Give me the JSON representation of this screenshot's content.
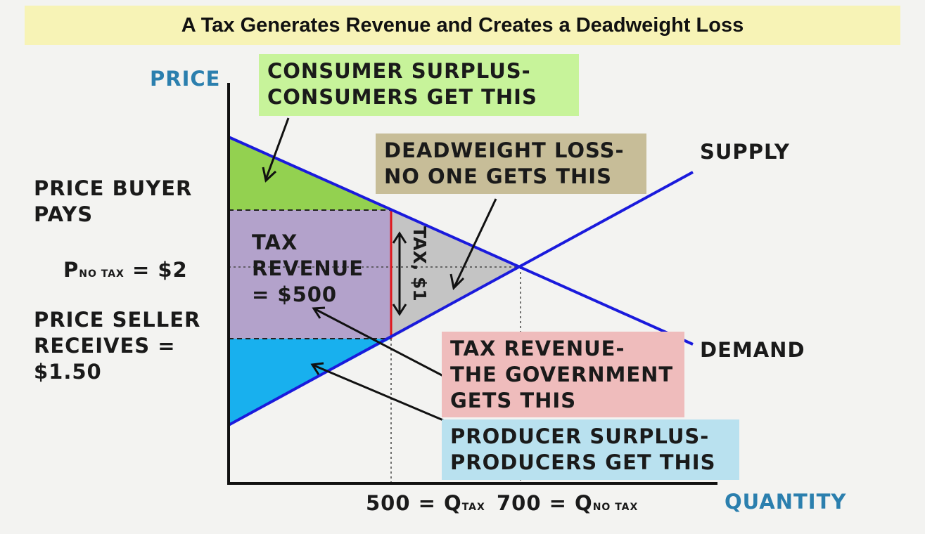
{
  "title": "A Tax Generates Revenue and Creates a Deadweight Loss",
  "axes": {
    "y_label": "PRICE",
    "x_label": "QUANTITY"
  },
  "curves": {
    "supply": "SUPPLY",
    "demand": "DEMAND"
  },
  "left_labels": {
    "buyer_line1": "PRICE BUYER",
    "buyer_line2": "PAYS",
    "p_no_tax_p": "P",
    "p_no_tax_sub": "NO TAX",
    "p_no_tax_value": "= $2",
    "seller_line1": "PRICE SELLER",
    "seller_line2": "RECEIVES =",
    "seller_line3": "$1.50"
  },
  "regions": {
    "tax_revenue_line1": "TAX",
    "tax_revenue_line2": "REVENUE",
    "tax_revenue_line3": "= $500",
    "tax_wedge": "TAX, $1"
  },
  "callouts": {
    "consumer_surplus": {
      "line1": "CONSUMER SURPLUS-",
      "line2": "CONSUMERS GET THIS"
    },
    "deadweight_loss": {
      "line1": "DEADWEIGHT LOSS-",
      "line2": "NO ONE GETS THIS"
    },
    "tax_revenue": {
      "line1": "TAX REVENUE-",
      "line2": "THE GOVERNMENT",
      "line3": "GETS THIS"
    },
    "producer_surplus": {
      "line1": "PRODUCER SURPLUS-",
      "line2": "PRODUCERS GET THIS"
    }
  },
  "x_ticks": {
    "q_tax_value": "500 =",
    "q_tax_q": "Q",
    "q_tax_sub": "TAX",
    "q_no_tax_value": "700 =",
    "q_no_tax_q": "Q",
    "q_no_tax_sub": "NO TAX"
  },
  "colors": {
    "consumer_surplus": "#93d150",
    "tax_revenue": "#b3a2cb",
    "producer_surplus": "#18b0ee",
    "deadweight_loss": "#c4c4c4",
    "curves": "#1a1adc",
    "tax_line": "#e0161a",
    "callout_consumer": "#c7f39a",
    "callout_deadweight": "#c7bd98",
    "callout_tax": "#efbcbc",
    "callout_producer": "#b9e1ef",
    "axis_label": "#2b7fae"
  }
}
